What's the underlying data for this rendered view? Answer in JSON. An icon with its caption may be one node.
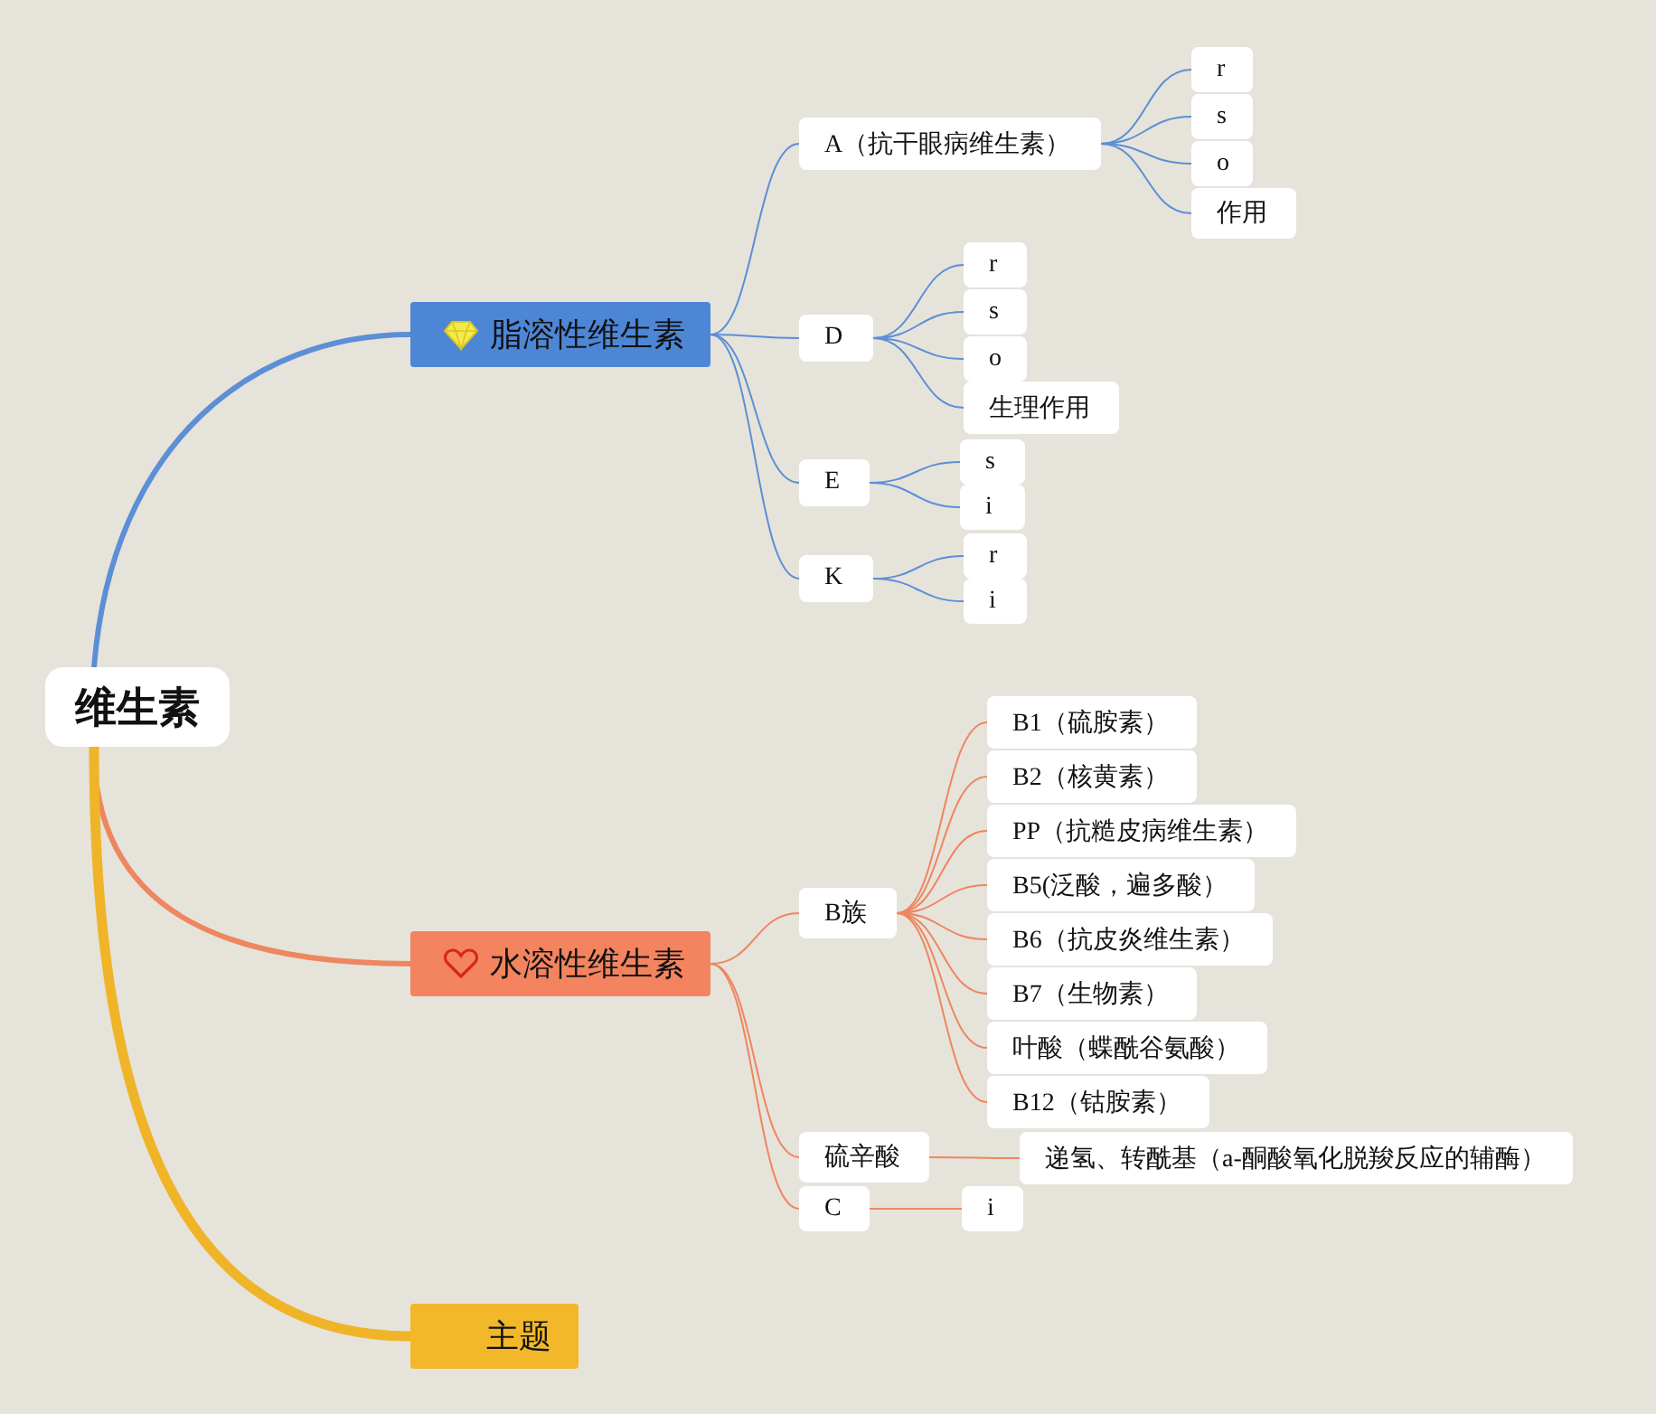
{
  "diagram": {
    "nodes": [
      {
        "text": [
          "维生素"
        ]
      },
      {
        "text": [
          "脂溶性维生素"
        ]
      },
      {
        "text": [
          "A（抗干眼病维生素）"
        ]
      },
      {
        "text": [
          "r"
        ]
      },
      {
        "text": [
          "s"
        ]
      },
      {
        "text": [
          "o"
        ]
      },
      {
        "text": [
          "作用"
        ]
      },
      {
        "text": [
          "D"
        ]
      },
      {
        "text": [
          "r"
        ]
      },
      {
        "text": [
          "s"
        ]
      },
      {
        "text": [
          "o"
        ]
      },
      {
        "text": [
          "生理作用"
        ]
      },
      {
        "text": [
          "E"
        ]
      },
      {
        "text": [
          "s"
        ]
      },
      {
        "text": [
          "i"
        ]
      },
      {
        "text": [
          "K"
        ]
      },
      {
        "text": [
          "r"
        ]
      },
      {
        "text": [
          "i"
        ]
      },
      {
        "text": [
          "水溶性维生素"
        ]
      },
      {
        "text": [
          "B族"
        ]
      },
      {
        "text": [
          "B1（硫胺素）"
        ]
      },
      {
        "text": [
          "B2（核黄素）"
        ]
      },
      {
        "text": [
          "PP（抗糙皮病维生素）"
        ]
      },
      {
        "text": [
          "B5(泛酸，遍多酸）"
        ]
      },
      {
        "text": [
          "B6（抗皮炎维生素）"
        ]
      },
      {
        "text": [
          "B7（生物素）"
        ]
      },
      {
        "text": [
          "叶酸（蝶酰谷氨酸）"
        ]
      },
      {
        "text": [
          "B12（钴胺素）"
        ]
      },
      {
        "text": [
          "硫辛酸"
        ]
      },
      {
        "text": [
          "递氢、转酰基（a-酮酸氧化脱羧反应的辅酶）"
        ]
      },
      {
        "text": [
          "C"
        ]
      },
      {
        "text": [
          "i"
        ]
      },
      {
        "text": [
          "主题"
        ]
      }
    ],
    "edges": [
      {
        "from": 0,
        "to": 1,
        "arrow": "none",
        "style": "thick"
      },
      {
        "from": 1,
        "to": 2,
        "arrow": "none"
      },
      {
        "from": 2,
        "to": 3,
        "arrow": "none"
      },
      {
        "from": 2,
        "to": 4,
        "arrow": "none"
      },
      {
        "from": 2,
        "to": 5,
        "arrow": "none"
      },
      {
        "from": 2,
        "to": 6,
        "arrow": "none"
      },
      {
        "from": 1,
        "to": 7,
        "arrow": "none"
      },
      {
        "from": 7,
        "to": 8,
        "arrow": "none"
      },
      {
        "from": 7,
        "to": 9,
        "arrow": "none"
      },
      {
        "from": 7,
        "to": 10,
        "arrow": "none"
      },
      {
        "from": 7,
        "to": 11,
        "arrow": "none"
      },
      {
        "from": 1,
        "to": 12,
        "arrow": "none"
      },
      {
        "from": 12,
        "to": 13,
        "arrow": "none"
      },
      {
        "from": 12,
        "to": 14,
        "arrow": "none"
      },
      {
        "from": 1,
        "to": 15,
        "arrow": "none"
      },
      {
        "from": 15,
        "to": 16,
        "arrow": "none"
      },
      {
        "from": 15,
        "to": 17,
        "arrow": "none"
      },
      {
        "from": 0,
        "to": 18,
        "arrow": "none",
        "style": "thick",
        "color": "#ee8660"
      },
      {
        "from": 18,
        "to": 19,
        "arrow": "none",
        "color": "#ee8660"
      },
      {
        "from": 19,
        "to": 20,
        "arrow": "none",
        "color": "#ee8660"
      },
      {
        "from": 19,
        "to": 21,
        "arrow": "none",
        "color": "#ee8660"
      },
      {
        "from": 19,
        "to": 22,
        "arrow": "none",
        "color": "#ee8660"
      },
      {
        "from": 19,
        "to": 23,
        "arrow": "none",
        "color": "#ee8660"
      },
      {
        "from": 19,
        "to": 24,
        "arrow": "none",
        "color": "#ee8660"
      },
      {
        "from": 19,
        "to": 25,
        "arrow": "none",
        "color": "#ee8660"
      },
      {
        "from": 19,
        "to": 26,
        "arrow": "none",
        "color": "#ee8660"
      },
      {
        "from": 19,
        "to": 27,
        "arrow": "none",
        "color": "#ee8660"
      },
      {
        "from": 18,
        "to": 28,
        "arrow": "none",
        "color": "#ee8660"
      },
      {
        "from": 28,
        "to": 29,
        "arrow": "none",
        "color": "#ee8660"
      },
      {
        "from": 18,
        "to": 30,
        "arrow": "none",
        "color": "#ee8660"
      },
      {
        "from": 30,
        "to": 31,
        "arrow": "none",
        "color": "#ee8660"
      },
      {
        "from": 0,
        "to": 32,
        "arrow": "none",
        "style": "thick",
        "color": "#f0b429"
      }
    ]
  }
}
